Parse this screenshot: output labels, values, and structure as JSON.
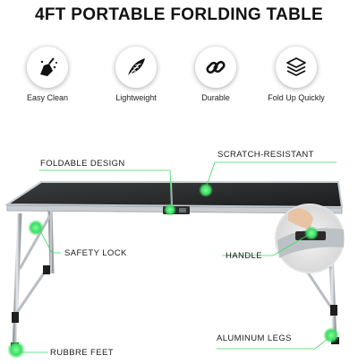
{
  "title": "4FT PORTABLE FORLDING TABLE",
  "features": [
    {
      "label": "Easy Clean",
      "icon": "easy-clean-icon"
    },
    {
      "label": "Lightweight",
      "icon": "feather-icon"
    },
    {
      "label": "Durable",
      "icon": "chain-link-icon"
    },
    {
      "label": "Fold Up Quickly",
      "icon": "layers-icon"
    }
  ],
  "callouts": {
    "foldable_design": "FOLDABLE DESIGN",
    "scratch_resistant": "SCRATCH-RESISTANT",
    "safety_lock": "SAFETY LOCK",
    "handle": "HANDLE",
    "aluminum_legs": "ALUMINUM LEGS",
    "rubbre_feet": "RUBBRE FEET"
  },
  "colors": {
    "accent_green": "#3ddc63",
    "tabletop": "#262829",
    "frame": "#c9ced2"
  }
}
